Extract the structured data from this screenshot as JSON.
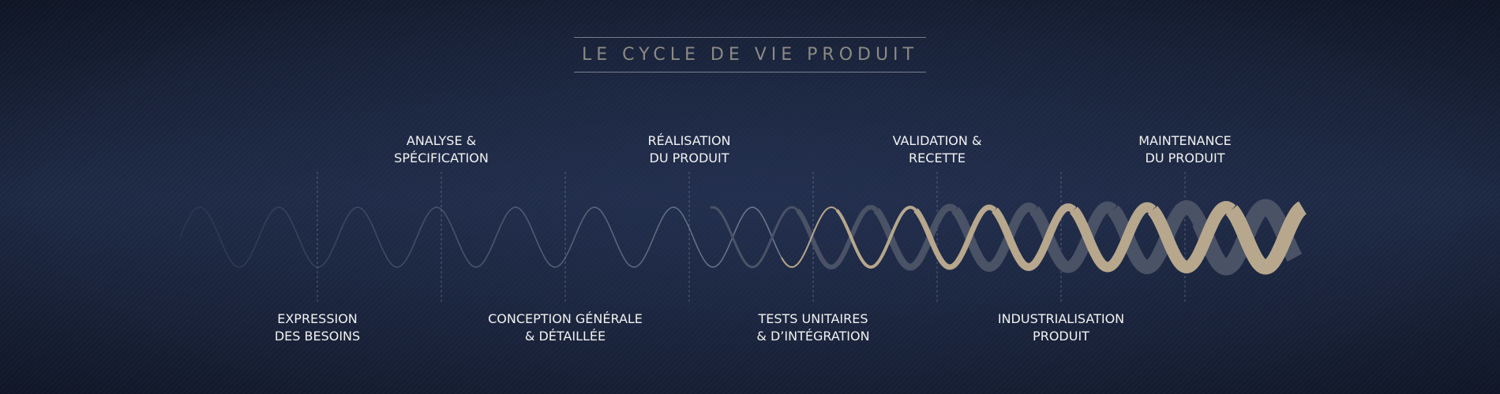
{
  "title": "LE CYCLE DE VIE PRODUIT",
  "colors": {
    "background": "#1c2640",
    "wave_light": "#b7a78d",
    "wave_dark": "#4a5266",
    "title_text": "#8d8a84",
    "label_text": "#f2f2f2"
  },
  "stages": [
    {
      "line1": "EXPRESSION",
      "line2": "DES BESOINS",
      "position": "bottom"
    },
    {
      "line1": "ANALYSE &",
      "line2": "SPÉCIFICATION",
      "position": "top"
    },
    {
      "line1": "CONCEPTION GÉNÉRALE",
      "line2": "& DÉTAILLÉE",
      "position": "bottom"
    },
    {
      "line1": "RÉALISATION",
      "line2": "DU PRODUIT",
      "position": "top"
    },
    {
      "line1": "TESTS UNITAIRES",
      "line2": "& D’INTÉGRATION",
      "position": "bottom"
    },
    {
      "line1": "VALIDATION &",
      "line2": "RECETTE",
      "position": "top"
    },
    {
      "line1": "INDUSTRIALISATION",
      "line2": "PRODUIT",
      "position": "bottom"
    },
    {
      "line1": "MAINTENANCE",
      "line2": "DU PRODUIT",
      "position": "top"
    }
  ]
}
